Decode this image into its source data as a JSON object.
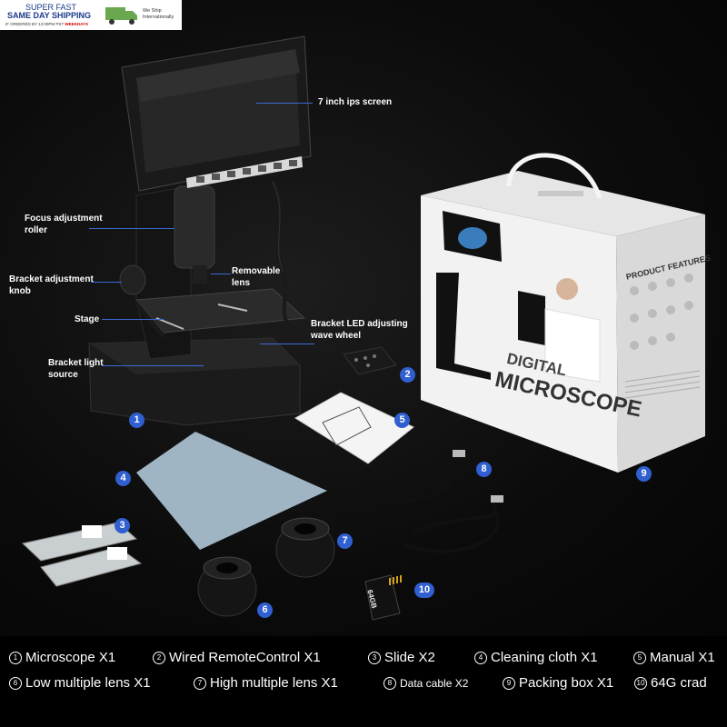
{
  "banner": {
    "line1": "SUPER FAST",
    "line2": "SAME DAY SHIPPING",
    "line3_pre": "IF ORDERED BY 12:00PM PST",
    "line3_em": "WEEKDAYS",
    "ship": "We Ship Internationally"
  },
  "callouts": {
    "screen": "7 inch ips screen",
    "focus": "Focus adjustment roller",
    "bracket_knob": "Bracket adjustment knob",
    "removable_lens": "Removable lens",
    "stage": "Stage",
    "led_wheel": "Bracket LED adjusting wave wheel",
    "light_source": "Bracket light source"
  },
  "box": {
    "title1": "DIGITAL",
    "title2": "MICROSCOPE",
    "features": "PRODUCT FEATURES"
  },
  "sd_card": "64GB",
  "badges": [
    "1",
    "2",
    "3",
    "4",
    "5",
    "6",
    "7",
    "8",
    "9",
    "10"
  ],
  "legend": {
    "row1": [
      {
        "n": "1",
        "text": "Microscope X1"
      },
      {
        "n": "2",
        "text": "Wired RemoteControl X1"
      },
      {
        "n": "3",
        "text": "Slide X2"
      },
      {
        "n": "4",
        "text": "Cleaning cloth X1"
      },
      {
        "n": "5",
        "text": "Manual X1"
      }
    ],
    "row2": [
      {
        "n": "6",
        "text": "Low multiple lens X1"
      },
      {
        "n": "7",
        "text": "High multiple lens X1"
      },
      {
        "n": "8",
        "text": "Data cable X2"
      },
      {
        "n": "9",
        "text": "Packing box X1"
      },
      {
        "n": "10",
        "text": "64G crad"
      }
    ]
  },
  "colors": {
    "accent": "#2f5fd0",
    "background": "#0a0a0a",
    "box": "#f2f2f2"
  }
}
